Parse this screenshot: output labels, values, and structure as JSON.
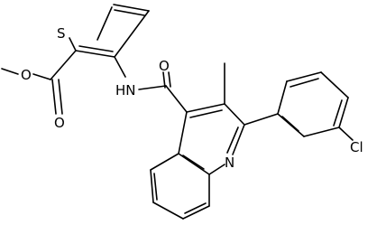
{
  "molecule": {
    "atom_labels": {
      "s": "S",
      "o_ester": "O",
      "o_carbonyl_ester": "O",
      "o_amide": "O",
      "nh": "HN",
      "n_quinoline": "N",
      "cl": "Cl"
    },
    "colors": {
      "bond": "#000000",
      "label": "#000000",
      "background": "#ffffff"
    }
  }
}
